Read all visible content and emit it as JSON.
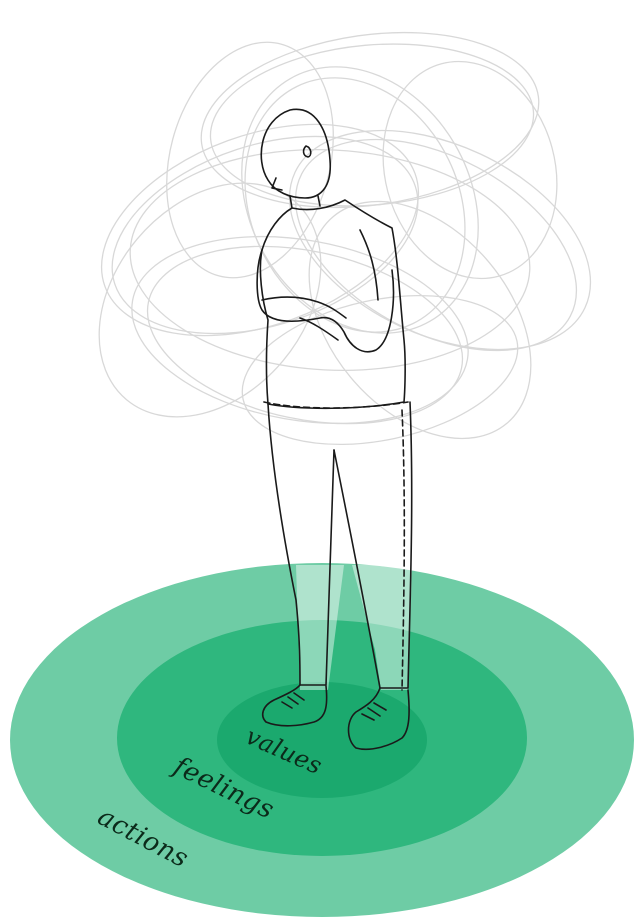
{
  "colors": {
    "outer_ring": "#6ecca5",
    "middle_ring": "#2fb77e",
    "inner_ring": "#1ba96e",
    "scribble": "#cfcfcf",
    "line": "#1a1a1a",
    "label_text": "#0b2a1a",
    "background": "#ffffff"
  },
  "rings": [
    {
      "id": "outer",
      "label": "actions"
    },
    {
      "id": "middle",
      "label": "feelings"
    },
    {
      "id": "inner",
      "label": "values"
    }
  ],
  "illustration": {
    "figure": "person-standing-arms-crossed",
    "thought_cloud": "tangled-scribble"
  }
}
